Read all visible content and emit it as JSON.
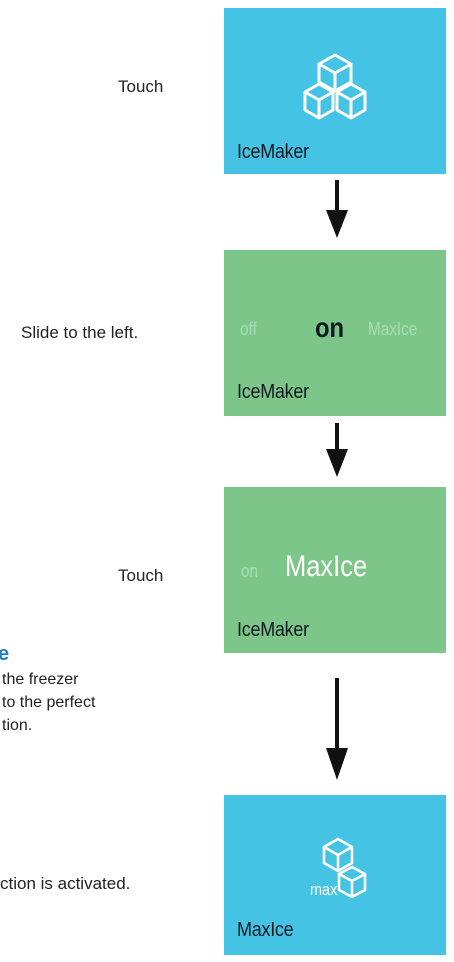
{
  "steps": [
    {
      "instruction": "Touch"
    },
    {
      "instruction": "Slide to the left."
    },
    {
      "instruction": "Touch"
    },
    {
      "instruction": "ction is activated."
    }
  ],
  "panels": {
    "icemaker_tile": {
      "title": "IceMaker",
      "icon": "ice-cubes-icon"
    },
    "slider_tile": {
      "title": "IceMaker",
      "off": "off",
      "on": "on",
      "maxice": "MaxIce"
    },
    "maxice_tile": {
      "title": "IceMaker",
      "on": "on",
      "maxice": "MaxIce"
    },
    "active_tile": {
      "title": "MaxIce",
      "badge": "max",
      "icon": "max-ice-cubes-icon"
    }
  },
  "side_note": {
    "heading": "e",
    "lines": [
      "the freezer",
      "to the perfect",
      "tion."
    ]
  },
  "colors": {
    "blue_tile": "#45c3e5",
    "green_tile": "#7cc68a",
    "heading": "#1d7fc0",
    "dim_text": "#a9dcb3"
  }
}
